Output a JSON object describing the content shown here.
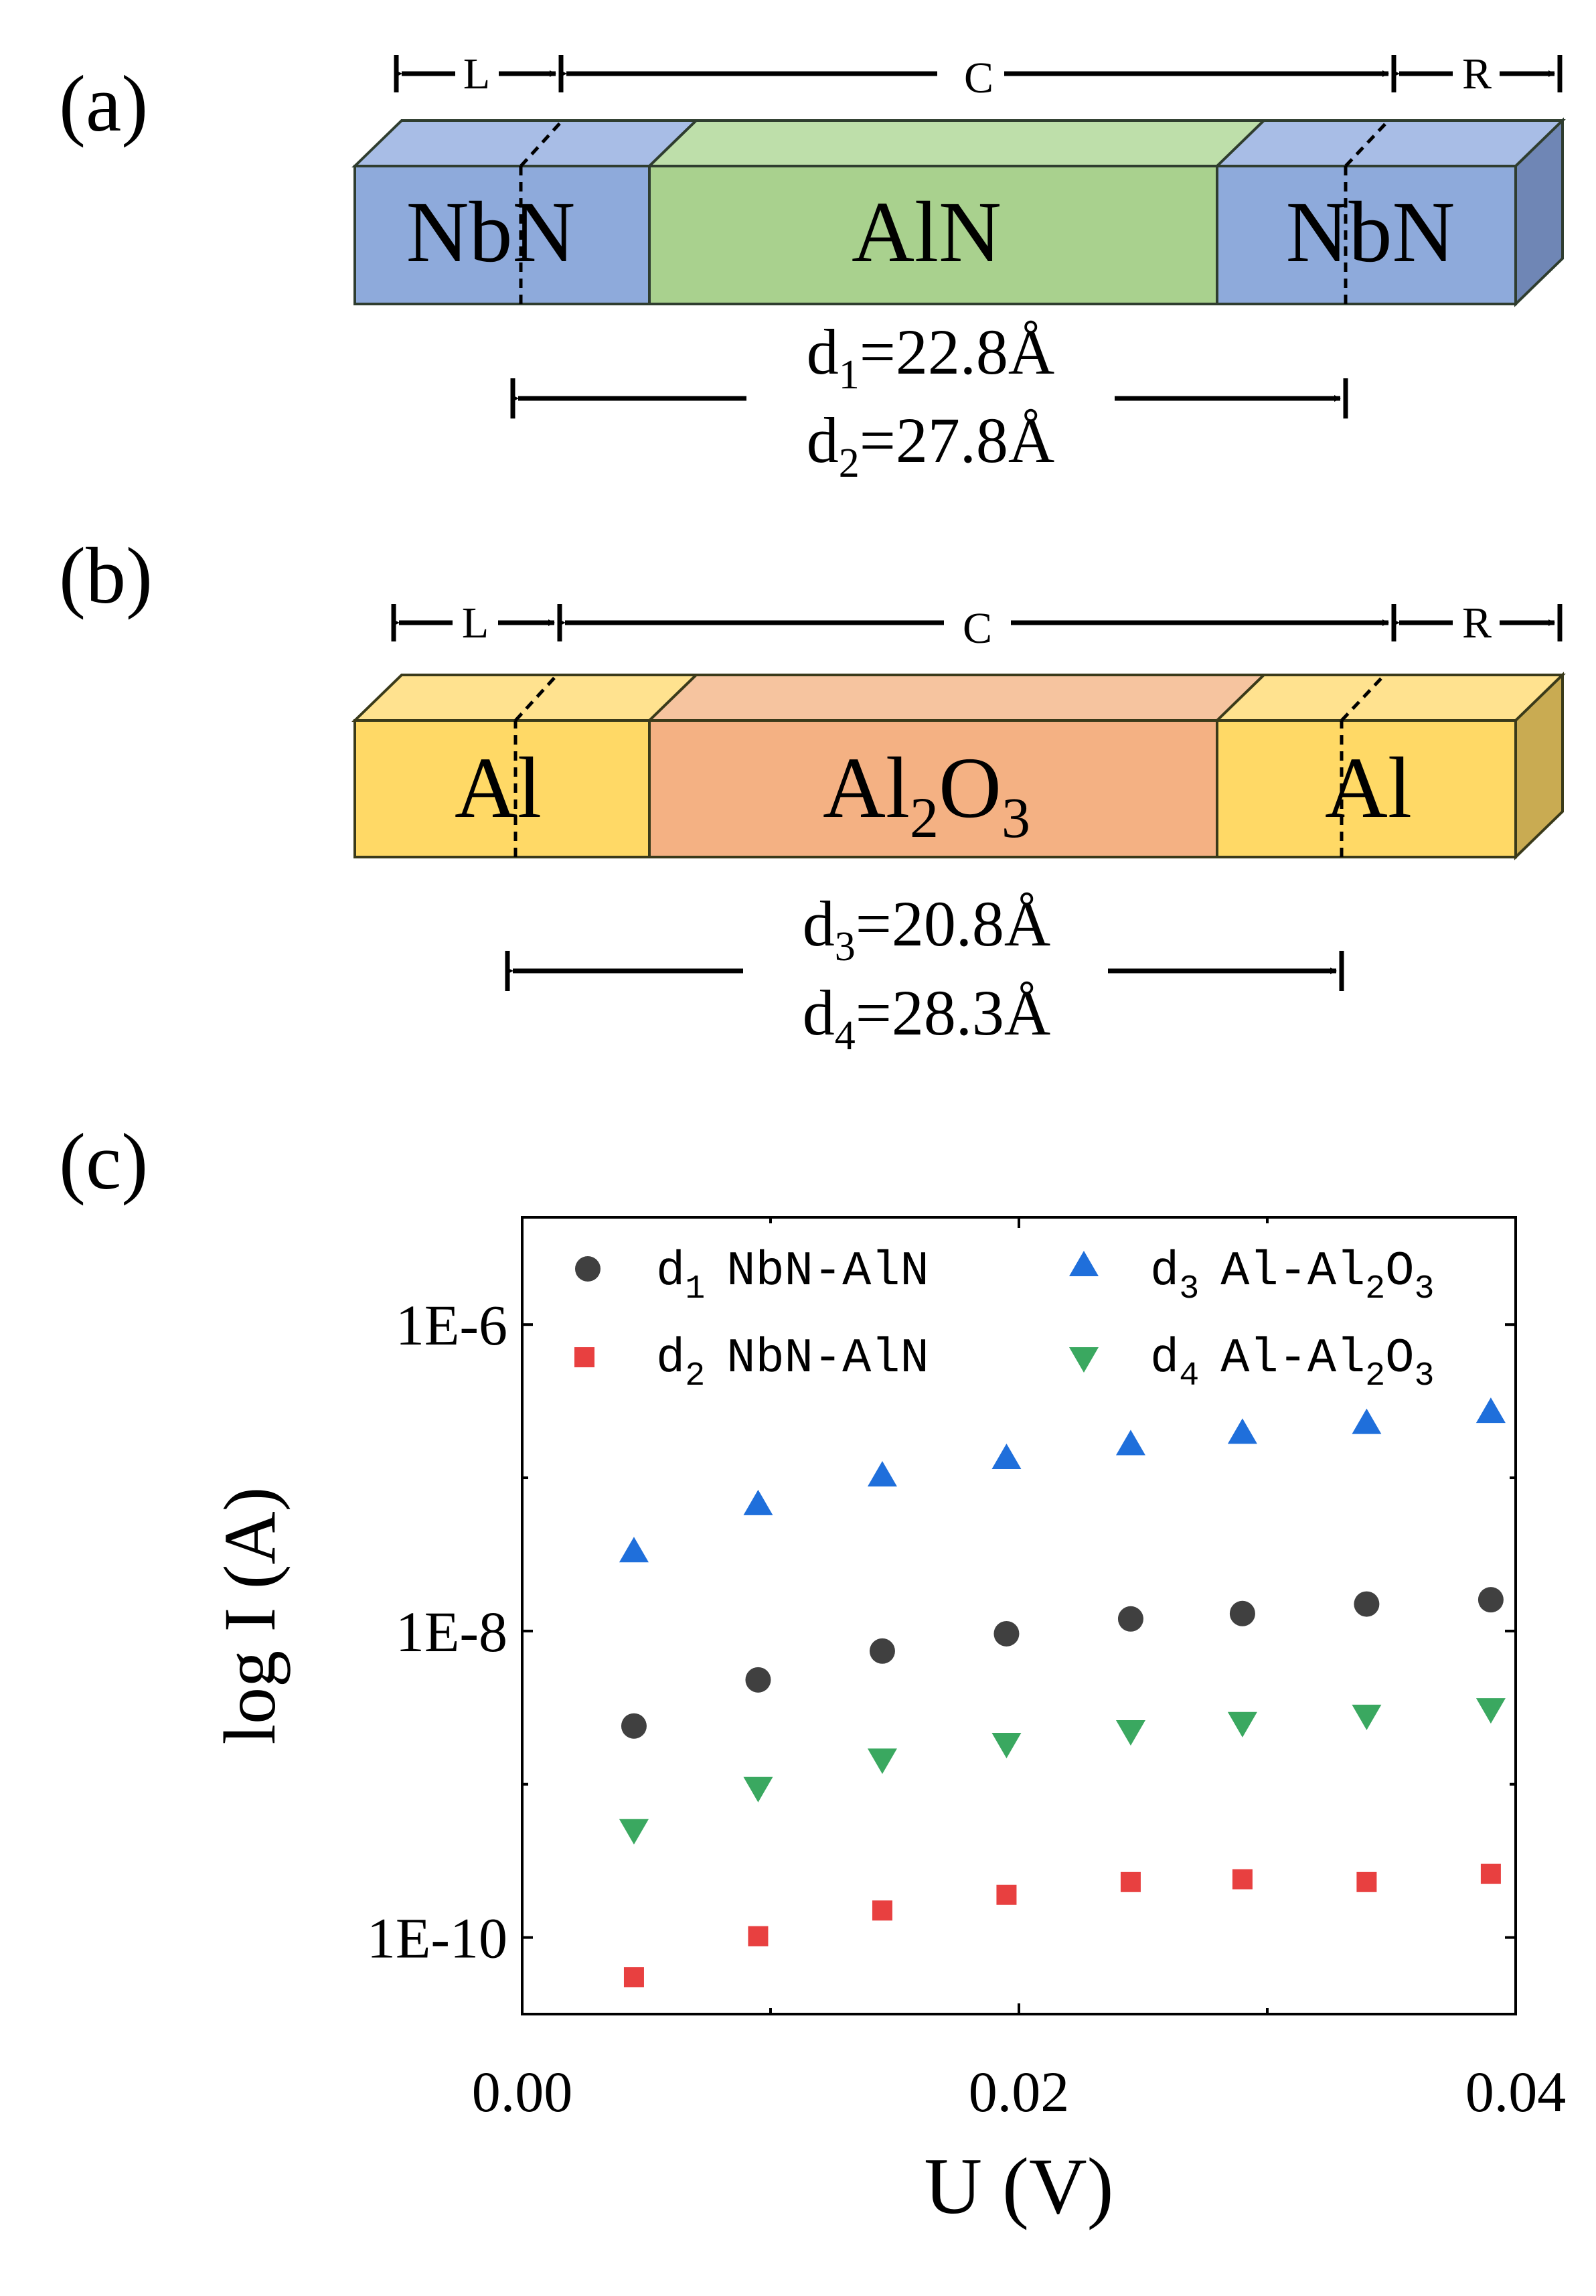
{
  "panel_a": {
    "label": "(a)",
    "region_left": "L",
    "region_center": "C",
    "region_right": "R",
    "block_left": "NbN",
    "block_center": "AlN",
    "block_right": "NbN",
    "dim_1_sym": "d",
    "dim_1_sub": "1",
    "dim_1_val": "=22.8Å",
    "dim_2_sym": "d",
    "dim_2_sub": "2",
    "dim_2_val": "=27.8Å",
    "colors": {
      "front_outer": "#8eaadb",
      "top_outer": "#a8bde6",
      "side_outer": "#6f86b5",
      "front_center": "#a9d18e",
      "top_center": "#bedfaa"
    }
  },
  "panel_b": {
    "label": "(b)",
    "region_left": "L",
    "region_center": "C",
    "region_right": "R",
    "block_left": "Al",
    "block_center_main": "Al",
    "block_center_sub1": "2",
    "block_center_o": "O",
    "block_center_sub2": "3",
    "block_right": "Al",
    "dim_3_sym": "d",
    "dim_3_sub": "3",
    "dim_3_val": "=20.8Å",
    "dim_4_sym": "d",
    "dim_4_sub": "4",
    "dim_4_val": "=28.3Å",
    "colors": {
      "front_outer": "#ffd966",
      "top_outer": "#ffe28f",
      "side_outer": "#c9ab52",
      "front_center": "#f4b183",
      "top_center": "#f6c49f"
    }
  },
  "panel_c": {
    "label": "(c)"
  },
  "chart_data": {
    "type": "scatter",
    "xlabel": "U (V)",
    "ylabel": "log I (A)",
    "x_ticks": [
      "0.00",
      "0.02",
      "0.04"
    ],
    "y_tick_labels": [
      "1E-6",
      "1E-8",
      "1E-10"
    ],
    "y_scale": "log",
    "xlim": [
      0.0,
      0.04
    ],
    "ylim_exp": [
      -10.5,
      -5.3
    ],
    "legend_placement": "top",
    "series": [
      {
        "name": "d1 NbN-AlN",
        "sym": "d",
        "sub": "1",
        "material": "NbN-AlN",
        "marker": "circle",
        "color": "#404040",
        "x": [
          0.0045,
          0.0095,
          0.0145,
          0.0195,
          0.0245,
          0.029,
          0.034,
          0.039
        ],
        "y": [
          2.4e-09,
          4.8e-09,
          7.4e-09,
          9.6e-09,
          1.2e-08,
          1.3e-08,
          1.5e-08,
          1.6e-08
        ]
      },
      {
        "name": "d2 NbN-AlN",
        "sym": "d",
        "sub": "2",
        "material": "NbN-AlN",
        "marker": "square",
        "color": "#e84040",
        "x": [
          0.0045,
          0.0095,
          0.0145,
          0.0195,
          0.0245,
          0.029,
          0.034,
          0.039
        ],
        "y": [
          5.5e-11,
          1.02e-10,
          1.5e-10,
          1.9e-10,
          2.3e-10,
          2.4e-10,
          2.3e-10,
          2.6e-10
        ]
      },
      {
        "name": "d3 Al-Al2O3",
        "sym": "d",
        "sub": "3",
        "material_main": "Al-Al",
        "material_sub1": "2",
        "material_o": "O",
        "material_sub2": "3",
        "marker": "triangle-up",
        "color": "#1f6fdb",
        "x": [
          0.0045,
          0.0095,
          0.0145,
          0.0195,
          0.0245,
          0.029,
          0.034,
          0.039
        ],
        "y": [
          3.2e-08,
          6.5e-08,
          1e-07,
          1.3e-07,
          1.6e-07,
          1.9e-07,
          2.2e-07,
          2.6e-07
        ]
      },
      {
        "name": "d4 Al-Al2O3",
        "sym": "d",
        "sub": "4",
        "material_main": "Al-Al",
        "material_sub1": "2",
        "material_o": "O",
        "material_sub2": "3",
        "marker": "triangle-down",
        "color": "#3aa860",
        "x": [
          0.0045,
          0.0095,
          0.0145,
          0.0195,
          0.0245,
          0.029,
          0.034,
          0.039
        ],
        "y": [
          5.2e-10,
          9.8e-10,
          1.5e-09,
          1.9e-09,
          2.3e-09,
          2.6e-09,
          2.9e-09,
          3.2e-09
        ]
      }
    ]
  }
}
